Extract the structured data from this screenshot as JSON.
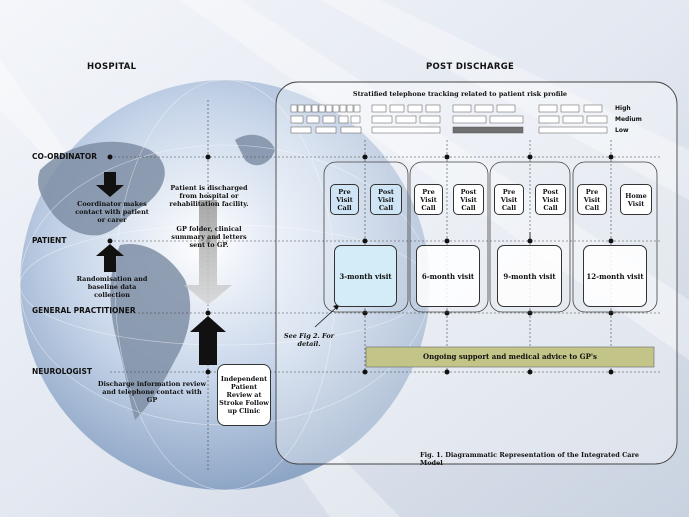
{
  "headers": {
    "hospital": "HOSPITAL",
    "post_discharge": "POST DISCHARGE"
  },
  "roles": {
    "coordinator": "CO-ORDINATOR",
    "patient": "PATIENT",
    "gp": "GENERAL PRACTITIONER",
    "neurologist": "NEUROLOGIST"
  },
  "hospital_notes": {
    "coordinator_contact": "Coordinator makes contact with patient or carer",
    "randomisation": "Randomisation and baseline data collection",
    "discharged": "Patient is discharged from hospital  or rehabilitation facility.",
    "gp_folder": "GP folder, clinical summary and letters sent to GP.",
    "discharge_review": "Discharge information review and telephone contact with GP",
    "independent_review": "Independent Patient Review at Stroke Follow up Clinic"
  },
  "risk_profile": {
    "title": "Stratified telephone  tracking related to patient risk profile",
    "levels": [
      "High",
      "Medium",
      "Low"
    ]
  },
  "visits": [
    {
      "calls": [
        "Pre Visit Call",
        "Post Visit Call"
      ],
      "label": "3-month visit"
    },
    {
      "calls": [
        "Pre Visit Call",
        "Post Visit Call"
      ],
      "label": "6-month visit"
    },
    {
      "calls": [
        "Pre Visit Call",
        "Post Visit Call"
      ],
      "label": "9-month visit"
    },
    {
      "calls": [
        "Pre Visit Call",
        "Home Visit"
      ],
      "label": "12-month visit"
    }
  ],
  "see_fig": "See Fig 2. For detail.",
  "ongoing_support": "Ongoing support  and medical advice to GP's",
  "caption": "Fig. 1.  Diagrammatic Representation of the Integrated Care Model",
  "colors": {
    "blue_box": "#cfe5f6",
    "olive_bar": "#c3c487",
    "dark_cell": "#707070"
  }
}
